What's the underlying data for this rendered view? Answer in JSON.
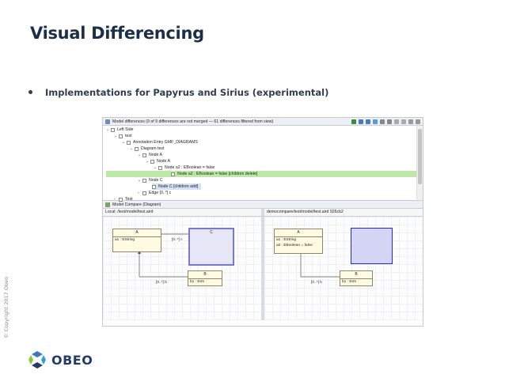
{
  "slide": {
    "title": "Visual Differencing",
    "bullet": "Implementations for Papyrus and Sirius (experimental)",
    "copyright": "© Copyright 2017 Obeo",
    "logo_text": "OBEO"
  },
  "toolbar": {
    "title": "Model differences  (9 of 9 differences are not merged — 61 differences filtered from view)"
  },
  "tree": {
    "rows": [
      "Left Side",
      "test",
      "Annotation Entry GMF_DIAGRAMS",
      "Diagram test",
      "Node A",
      "Node A",
      "Node a2 : EBoolean = false",
      "Node a2 : EBoolean = false [children delete]",
      "Node C",
      "Node C [children add]",
      "Edge [0..*] c",
      "Test"
    ]
  },
  "compare_panel": {
    "title": "Model Compare (Diagram)"
  },
  "left_pane": {
    "header": "Local: /test/model/test.aird",
    "node_a": {
      "name": "A",
      "attr": "a1 : EString"
    },
    "node_c": {
      "name": "C"
    },
    "node_b": {
      "name": "B",
      "attr": "b1 : EInt"
    },
    "edge_c": "[0..*] c",
    "edge_b": "[0..*] b"
  },
  "right_pane": {
    "header": "democompare/test/model/test.aird 926cb2",
    "node_a": {
      "name": "A",
      "attr1": "a1 : EString",
      "attr2": "a2 : EBoolean = false"
    },
    "node_b": {
      "name": "B",
      "attr": "b1 : EInt"
    },
    "edge_b": "[0..*] b"
  },
  "colors": {
    "title": "#1b2f4a",
    "accent_added": "#2a2acc",
    "highlight_delete": "#bde8a8",
    "selected": "#d4e2f7",
    "node_fill": "#fffbe3"
  }
}
